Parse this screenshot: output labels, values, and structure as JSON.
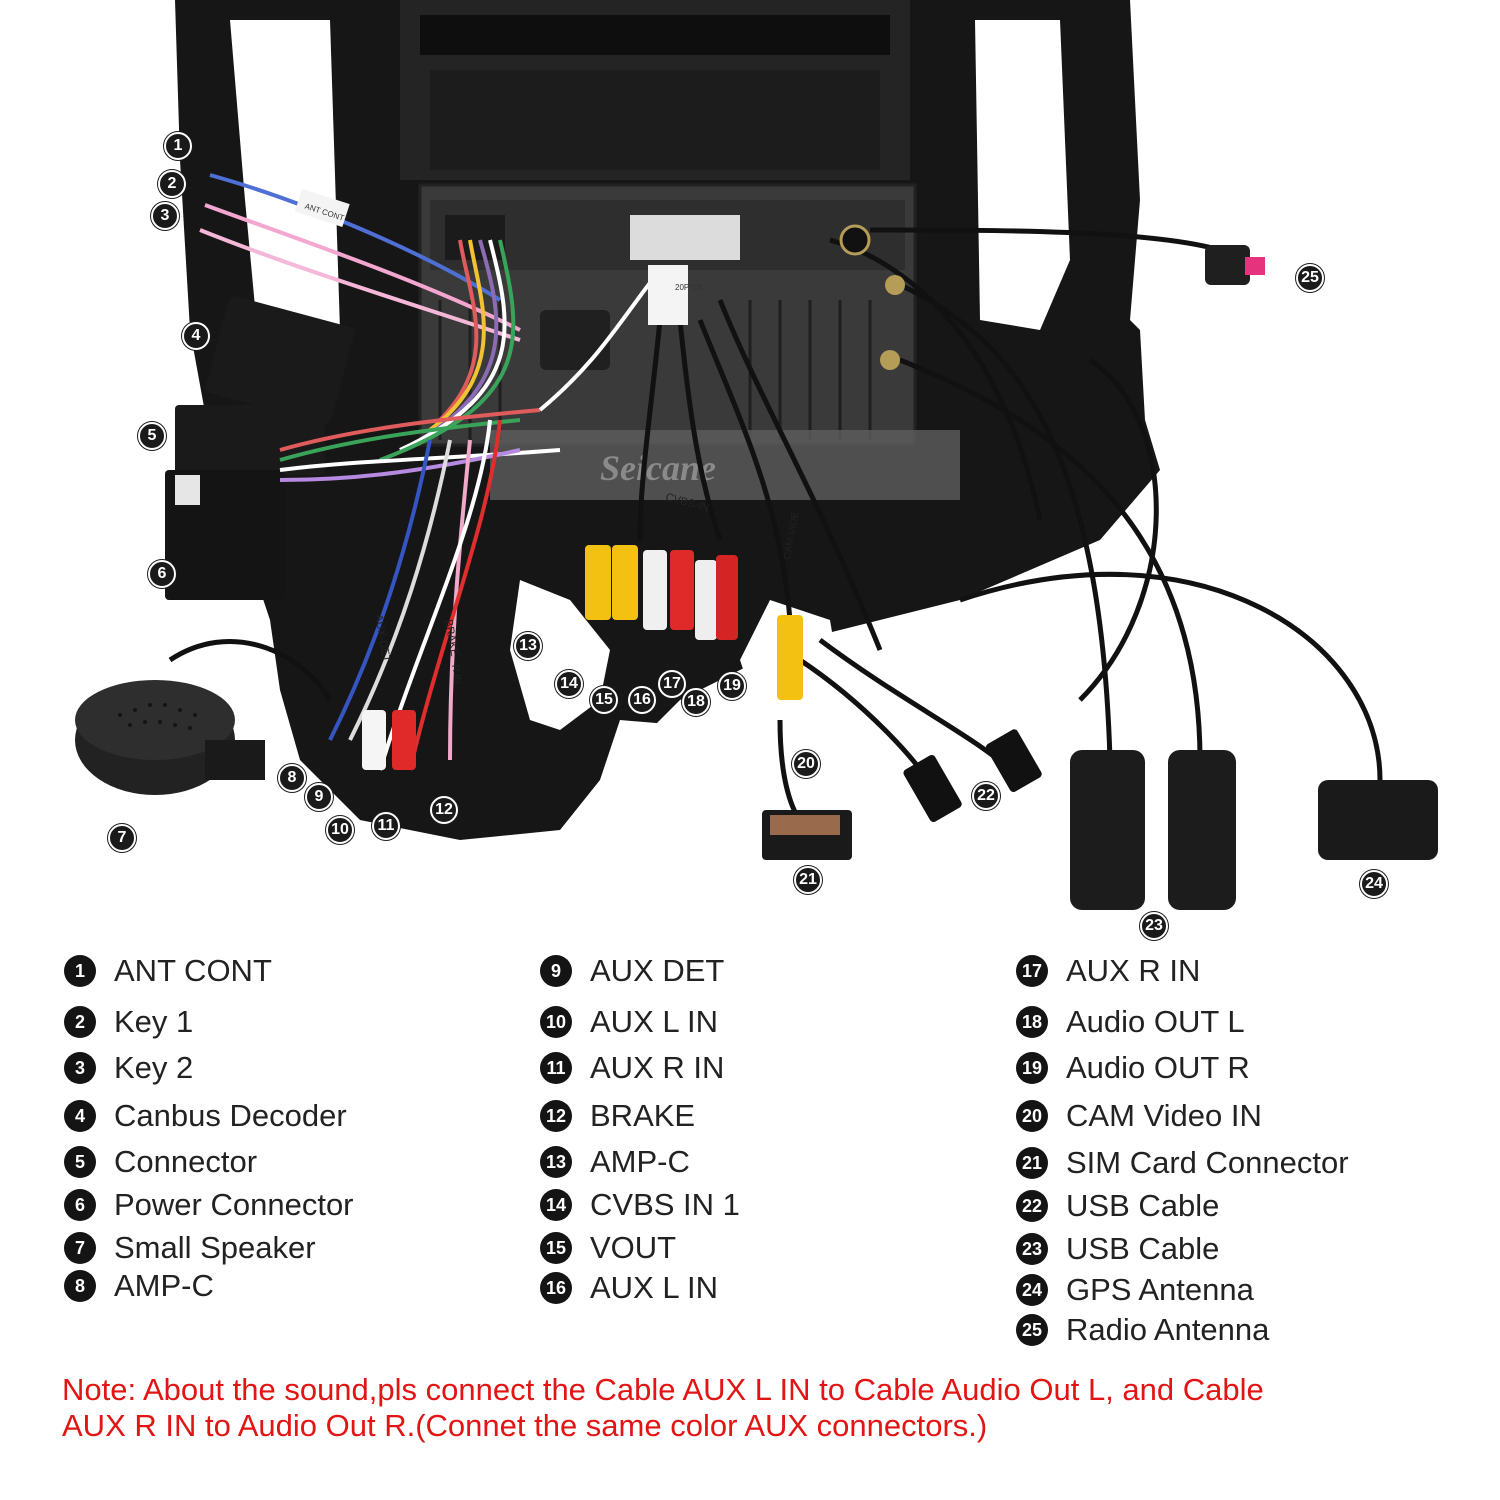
{
  "legend": [
    {
      "num": "1",
      "label": "ANT CONT"
    },
    {
      "num": "2",
      "label": "Key 1"
    },
    {
      "num": "3",
      "label": "Key 2"
    },
    {
      "num": "4",
      "label": "Canbus Decoder"
    },
    {
      "num": "5",
      "label": "Connector"
    },
    {
      "num": "6",
      "label": "Power Connector"
    },
    {
      "num": "7",
      "label": "Small Speaker"
    },
    {
      "num": "8",
      "label": "AMP-C"
    },
    {
      "num": "9",
      "label": "AUX DET"
    },
    {
      "num": "10",
      "label": "AUX L IN"
    },
    {
      "num": "11",
      "label": "AUX R IN"
    },
    {
      "num": "12",
      "label": "BRAKE"
    },
    {
      "num": "13",
      "label": "AMP-C"
    },
    {
      "num": "14",
      "label": "CVBS IN 1"
    },
    {
      "num": "15",
      "label": "VOUT"
    },
    {
      "num": "16",
      "label": "AUX L IN"
    },
    {
      "num": "17",
      "label": "AUX R IN"
    },
    {
      "num": "18",
      "label": "Audio OUT L"
    },
    {
      "num": "19",
      "label": "Audio OUT R"
    },
    {
      "num": "20",
      "label": "CAM Video IN"
    },
    {
      "num": "21",
      "label": "SIM Card Connector"
    },
    {
      "num": "22",
      "label": "USB Cable"
    },
    {
      "num": "23",
      "label": "USB Cable"
    },
    {
      "num": "24",
      "label": "GPS Antenna"
    },
    {
      "num": "25",
      "label": "Radio Antenna"
    }
  ],
  "note": {
    "line1": "Note: About the sound,pls connect the Cable AUX L IN to Cable Audio Out L, and Cable",
    "line2": "AUX R IN to  Audio Out R.(Connet the same color AUX connectors.)"
  },
  "photo_labels": {
    "watermark": "Seicane",
    "ant_cont": "ANT CONT",
    "port": "20P CB",
    "cvbs": "CVBS-IN",
    "cam": "CAM VIDE",
    "aux_det": "AUX-DET",
    "brake": "BRAKE",
    "r_in": "R IN"
  },
  "colors": {
    "note": "#e21414",
    "badge": "#141414"
  }
}
